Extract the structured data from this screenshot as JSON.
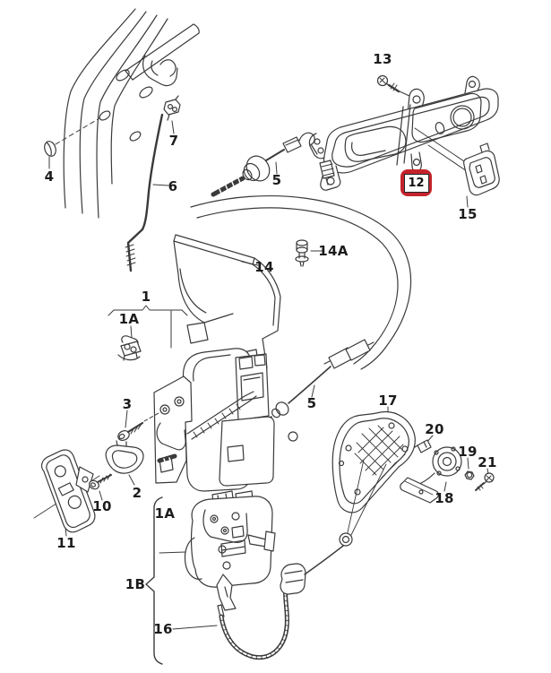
{
  "diagram": {
    "type": "exploded-parts-line-drawing",
    "background": "#ffffff",
    "line_color": "#3a3a3a",
    "part_numbers_visible": [
      "1",
      "1A",
      "1B",
      "2",
      "3",
      "4",
      "5",
      "6",
      "7",
      "10",
      "11",
      "12",
      "13",
      "14",
      "14A",
      "15",
      "16",
      "17",
      "18",
      "19",
      "20",
      "21"
    ]
  },
  "labels": [
    {
      "text": "13"
    },
    {
      "text": "7"
    },
    {
      "text": "6"
    },
    {
      "text": "4"
    },
    {
      "text": "5"
    },
    {
      "text": "15"
    },
    {
      "text": "14A"
    },
    {
      "text": "14"
    },
    {
      "text": "1"
    },
    {
      "text": "1A"
    },
    {
      "text": "3"
    },
    {
      "text": "5"
    },
    {
      "text": "2"
    },
    {
      "text": "10"
    },
    {
      "text": "11"
    },
    {
      "text": "1A"
    },
    {
      "text": "1B"
    },
    {
      "text": "16"
    },
    {
      "text": "17"
    },
    {
      "text": "20"
    },
    {
      "text": "19"
    },
    {
      "text": "21"
    },
    {
      "text": "18"
    }
  ],
  "highlighted_label": {
    "text": "12",
    "box_color": "#c4232b",
    "inner_background": "#ffffff",
    "text_color": "#111111"
  }
}
